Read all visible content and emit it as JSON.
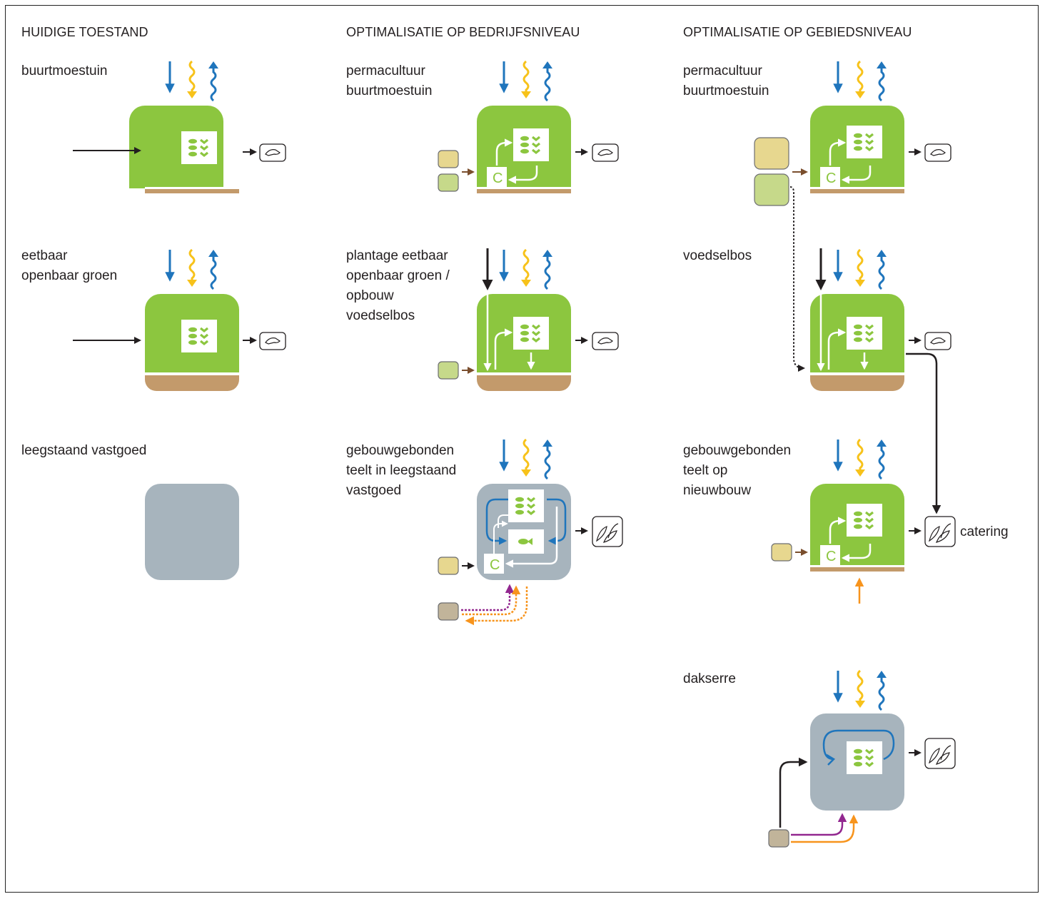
{
  "columns": {
    "col1": "HUIDIGE TOESTAND",
    "col2": "OPTIMALISATIE OP BEDRIJFSNIVEAU",
    "col3": "OPTIMALISATIE OP GEBIEDSNIVEAU"
  },
  "labels": {
    "c1r1": "buurtmoestuin",
    "c1r2": "eetbaar\nopenbaar groen",
    "c1r3": "leegstaand vastgoed",
    "c2r1": "permacultuur\nbuurtmoestuin",
    "c2r2": "plantage eetbaar\nopenbaar groen /\nopbouw\nvoedselbos",
    "c2r3": "gebouwgebonden\nteelt in leegstaand\nvastgoed",
    "c3r1": "permacultuur\nbuurtmoestuin",
    "c3r2": "voedselbos",
    "c3r3": "gebouwgebonden\nteelt op\nnieuwbouw",
    "c3r4": "dakserre",
    "catering": "catering",
    "compost": "C"
  },
  "colors": {
    "green_block": "#8cc63f",
    "grey_block": "#a7b4bd",
    "soil": "#c39a6b",
    "blue": "#1f75bc",
    "yellow": "#f7c21a",
    "orange": "#f7941d",
    "purple": "#92278f",
    "brown": "#7a4e2d",
    "input_tan": "#e7d78f",
    "input_lightgreen": "#c6d98a",
    "input_grey": "#c1b49a"
  },
  "icons": [
    "crop-icon",
    "fish-icon",
    "hand-icon",
    "produce-icon",
    "compost-icon"
  ]
}
